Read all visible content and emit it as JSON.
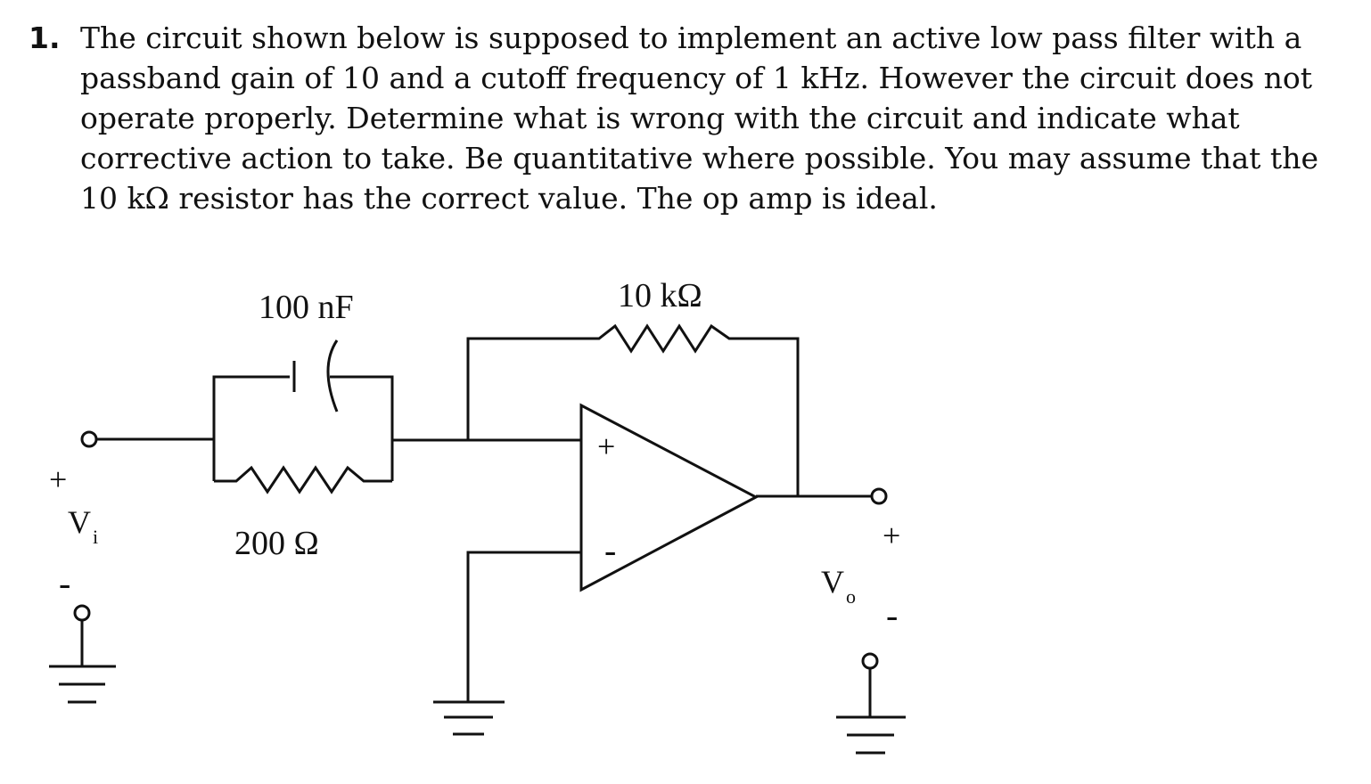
{
  "problem": {
    "number": "1.",
    "text": "The circuit shown below is supposed to implement an active low pass filter with a passband gain of 10 and a cutoff frequency of 1 kHz. However the circuit does not operate properly. Determine what is wrong with the circuit and indicate what corrective action to take. Be quantitative where possible. You may assume that the 10 kΩ resistor has the correct value. The op amp is ideal."
  },
  "circuit": {
    "capacitor_label": "100 nF",
    "input_resistor_label": "200 Ω",
    "feedback_resistor_label": "10 kΩ",
    "input_plus": "+",
    "input_minus": "-",
    "input_label_main": "V",
    "input_label_sub": "i",
    "output_plus": "+",
    "output_minus": "-",
    "output_label_main": "V",
    "output_label_sub": "o",
    "opamp_plus": "+",
    "opamp_minus": "-"
  }
}
